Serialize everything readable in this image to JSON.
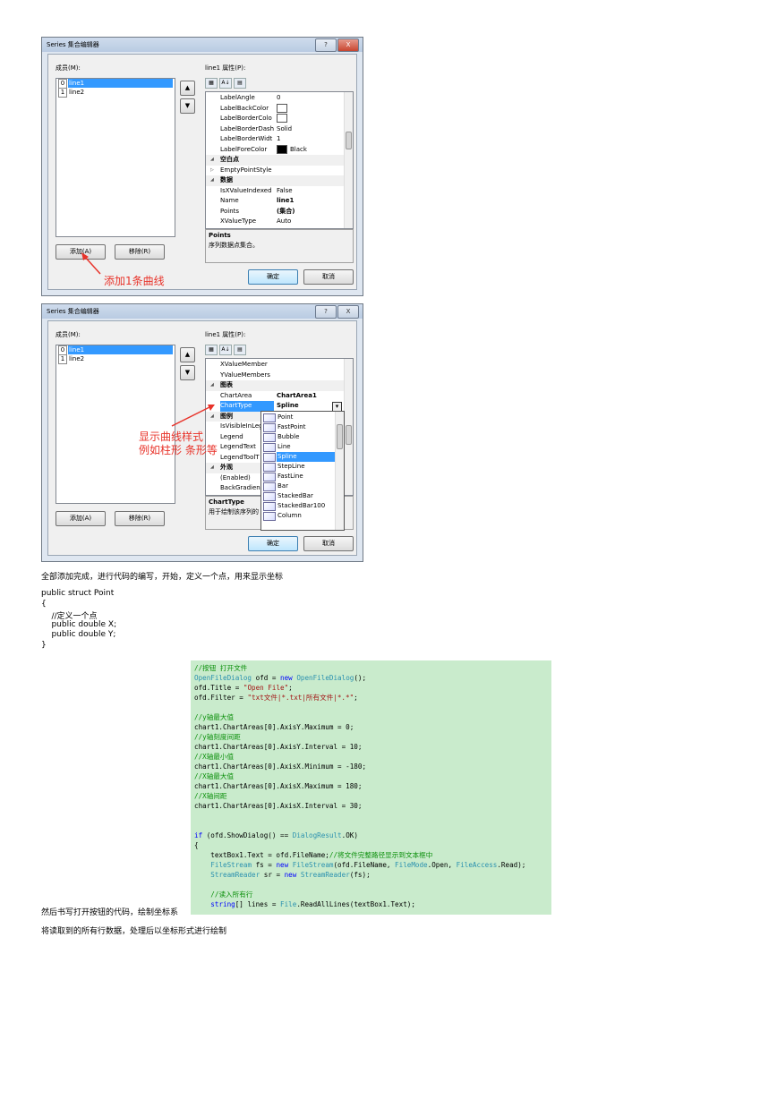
{
  "dialog1": {
    "title": "Series 集合编辑器",
    "help_btn": "?",
    "close_btn": "X",
    "members_label": "成员(M):",
    "props_label": "line1 属性(P):",
    "members": [
      {
        "index": "0",
        "name": "line1"
      },
      {
        "index": "1",
        "name": "line2"
      }
    ],
    "up_arrow": "▲",
    "down_arrow": "▼",
    "toolbar": [
      "▦",
      "A↓",
      "▤"
    ],
    "props": [
      {
        "type": "prop",
        "key": "LabelAngle",
        "value": "0"
      },
      {
        "type": "prop",
        "key": "LabelBackColor",
        "value": "",
        "swatch": "#ffffff"
      },
      {
        "type": "prop",
        "key": "LabelBorderColo",
        "value": "",
        "swatch": "#ffffff"
      },
      {
        "type": "prop",
        "key": "LabelBorderDash",
        "value": "Solid"
      },
      {
        "type": "prop",
        "key": "LabelBorderWidt",
        "value": "1"
      },
      {
        "type": "prop",
        "key": "LabelForeColor",
        "value": "Black",
        "swatch": "#000000"
      },
      {
        "type": "cat",
        "key": "空白点"
      },
      {
        "type": "sub",
        "key": "EmptyPointStyle",
        "value": ""
      },
      {
        "type": "cat",
        "key": "数据"
      },
      {
        "type": "prop",
        "key": "IsXValueIndexed",
        "value": "False"
      },
      {
        "type": "prop",
        "key": "Name",
        "value": "line1",
        "bold": true
      },
      {
        "type": "prop",
        "key": "Points",
        "value": "(集合)",
        "bold": true
      },
      {
        "type": "prop",
        "key": "XValueType",
        "value": "Auto"
      }
    ],
    "desc_title": "Points",
    "desc_text": "序列数据点集合。",
    "add_btn": "添加(A)",
    "remove_btn": "移除(R)",
    "ok_btn": "确定",
    "cancel_btn": "取消",
    "annotation": "添加1条曲线"
  },
  "dialog2": {
    "title": "Series 集合编辑器",
    "help_btn": "?",
    "close_btn": "X",
    "members_label": "成员(M):",
    "props_label": "line1 属性(P):",
    "members": [
      {
        "index": "0",
        "name": "line1"
      },
      {
        "index": "1",
        "name": "line2"
      }
    ],
    "up_arrow": "▲",
    "down_arrow": "▼",
    "toolbar": [
      "▦",
      "A↓",
      "▤"
    ],
    "props": [
      {
        "type": "prop",
        "key": "XValueMember",
        "value": ""
      },
      {
        "type": "prop",
        "key": "YValueMembers",
        "value": ""
      },
      {
        "type": "cat",
        "key": "图表"
      },
      {
        "type": "prop",
        "key": "ChartArea",
        "value": "ChartArea1",
        "bold": true
      },
      {
        "type": "prop",
        "key": "ChartType",
        "value": "Spline",
        "bold": true,
        "selected": true
      },
      {
        "type": "cat",
        "key": "图例"
      },
      {
        "type": "prop",
        "key": "IsVisibleInLeg",
        "value": ""
      },
      {
        "type": "prop",
        "key": "Legend",
        "value": ""
      },
      {
        "type": "prop",
        "key": "LegendText",
        "value": ""
      },
      {
        "type": "prop",
        "key": "LegendToolT",
        "value": ""
      },
      {
        "type": "cat",
        "key": "外观"
      },
      {
        "type": "prop",
        "key": "(Enabled)",
        "value": ""
      },
      {
        "type": "prop",
        "key": "BackGradien",
        "value": ""
      }
    ],
    "chart_types": [
      "Point",
      "FastPoint",
      "Bubble",
      "Line",
      "Spline",
      "StepLine",
      "FastLine",
      "Bar",
      "StackedBar",
      "StackedBar100",
      "Column"
    ],
    "selected_type": "Spline",
    "desc_title": "ChartType",
    "desc_text": "用于绘制该序列的",
    "add_btn": "添加(A)",
    "remove_btn": "移除(R)",
    "ok_btn": "确定",
    "cancel_btn": "取消",
    "annotation_line1": "显示曲线样式",
    "annotation_line2": "例如柱形 条形等"
  },
  "text": {
    "para1": "全部添加完成，进行代码的编写，开始，定义一个点，用来显示坐标",
    "struct_lines": [
      "public struct Point",
      "{",
      "    //定义一个点",
      "    public double X;",
      "    public double Y;",
      "}"
    ],
    "para2": "然后书写打开按钮的代码，绘制坐标系",
    "para3": "将读取到的所有行数据，处理后以坐标形式进行绘制"
  },
  "code_lines": [
    [
      {
        "c": "cm",
        "t": "//按钮 打开文件"
      }
    ],
    [
      {
        "c": "ty",
        "t": "OpenFileDialog"
      },
      {
        "c": "nm",
        "t": " ofd = "
      },
      {
        "c": "kw",
        "t": "new"
      },
      {
        "c": "nm",
        "t": " "
      },
      {
        "c": "ty",
        "t": "OpenFileDialog"
      },
      {
        "c": "nm",
        "t": "();"
      }
    ],
    [
      {
        "c": "nm",
        "t": "ofd.Title = "
      },
      {
        "c": "st",
        "t": "\"Open File\""
      },
      {
        "c": "nm",
        "t": ";"
      }
    ],
    [
      {
        "c": "nm",
        "t": "ofd.Filter = "
      },
      {
        "c": "st",
        "t": "\"txt文件|*.txt|所有文件|*.*\""
      },
      {
        "c": "nm",
        "t": ";"
      }
    ],
    [],
    [
      {
        "c": "cm",
        "t": "//y轴最大值"
      }
    ],
    [
      {
        "c": "nm",
        "t": "chart1.ChartAreas[0].AxisY.Maximum = 0;"
      }
    ],
    [
      {
        "c": "cm",
        "t": "//y轴刻度间距"
      }
    ],
    [
      {
        "c": "nm",
        "t": "chart1.ChartAreas[0].AxisY.Interval = 10;"
      }
    ],
    [
      {
        "c": "cm",
        "t": "//X轴最小值"
      }
    ],
    [
      {
        "c": "nm",
        "t": "chart1.ChartAreas[0].AxisX.Minimum = -180;"
      }
    ],
    [
      {
        "c": "cm",
        "t": "//X轴最大值"
      }
    ],
    [
      {
        "c": "nm",
        "t": "chart1.ChartAreas[0].AxisX.Maximum = 180;"
      }
    ],
    [
      {
        "c": "cm",
        "t": "//X轴间距"
      }
    ],
    [
      {
        "c": "nm",
        "t": "chart1.ChartAreas[0].AxisX.Interval = 30;"
      }
    ],
    [],
    [],
    [
      {
        "c": "kw",
        "t": "if"
      },
      {
        "c": "nm",
        "t": " (ofd.ShowDialog() == "
      },
      {
        "c": "ty",
        "t": "DialogResult"
      },
      {
        "c": "nm",
        "t": ".OK)"
      }
    ],
    [
      {
        "c": "nm",
        "t": "{"
      }
    ],
    [
      {
        "c": "nm",
        "t": "    textBox1.Text = ofd.FileName;"
      },
      {
        "c": "cm",
        "t": "//将文件完整路径显示到文本框中"
      }
    ],
    [
      {
        "c": "nm",
        "t": "    "
      },
      {
        "c": "ty",
        "t": "FileStream"
      },
      {
        "c": "nm",
        "t": " fs = "
      },
      {
        "c": "kw",
        "t": "new"
      },
      {
        "c": "nm",
        "t": " "
      },
      {
        "c": "ty",
        "t": "FileStream"
      },
      {
        "c": "nm",
        "t": "(ofd.FileName, "
      },
      {
        "c": "ty",
        "t": "FileMode"
      },
      {
        "c": "nm",
        "t": ".Open, "
      },
      {
        "c": "ty",
        "t": "FileAccess"
      },
      {
        "c": "nm",
        "t": ".Read);"
      }
    ],
    [
      {
        "c": "nm",
        "t": "    "
      },
      {
        "c": "ty",
        "t": "StreamReader"
      },
      {
        "c": "nm",
        "t": " sr = "
      },
      {
        "c": "kw",
        "t": "new"
      },
      {
        "c": "nm",
        "t": " "
      },
      {
        "c": "ty",
        "t": "StreamReader"
      },
      {
        "c": "nm",
        "t": "(fs);"
      }
    ],
    [],
    [
      {
        "c": "nm",
        "t": "    "
      },
      {
        "c": "cm",
        "t": "//读入所有行"
      }
    ],
    [
      {
        "c": "nm",
        "t": "    "
      },
      {
        "c": "kw",
        "t": "string"
      },
      {
        "c": "nm",
        "t": "[] lines = "
      },
      {
        "c": "ty",
        "t": "File"
      },
      {
        "c": "nm",
        "t": ".ReadAllLines(textBox1.Text);"
      }
    ]
  ]
}
